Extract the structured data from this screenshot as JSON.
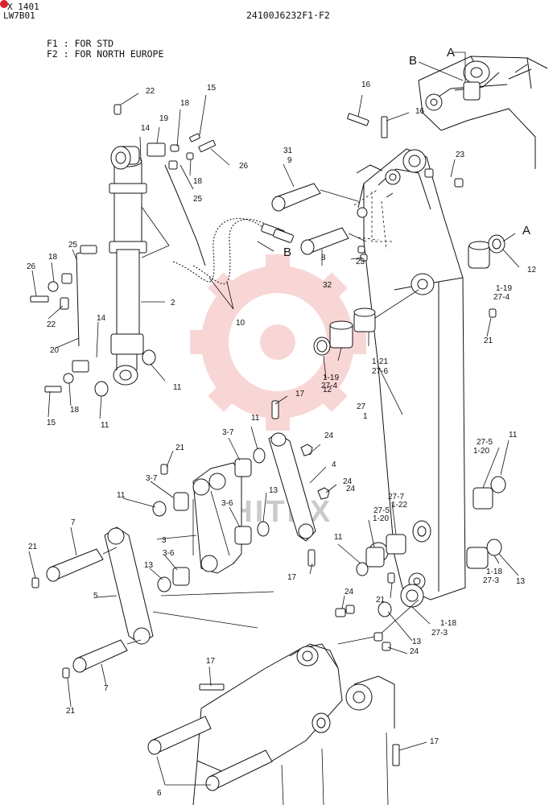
{
  "header": {
    "code_line1": "X 1401",
    "code_line2": "LW7B01",
    "drawing_number": "24100J6232F1·F2"
  },
  "notes": {
    "f1": "F1 : FOR STD",
    "f2": "F2 : FOR NORTH EUROPE"
  },
  "watermark": {
    "text": "SHITEX",
    "color": "#e84a4a"
  },
  "badge_color": "#d9232d",
  "callouts": [
    "22",
    "15",
    "18",
    "14",
    "19",
    "26",
    "18",
    "25",
    "31",
    "9",
    "16",
    "16",
    "B",
    "A",
    "23",
    "25",
    "18",
    "26",
    "22",
    "20",
    "14",
    "2",
    "B",
    "8",
    "32",
    "23",
    "A",
    "12",
    "1-19",
    "27-4",
    "21",
    "10",
    "12",
    "1-19",
    "27-4",
    "1-21",
    "27-6",
    "11",
    "15",
    "18",
    "11",
    "17",
    "27",
    "1",
    "21",
    "3-7",
    "11",
    "24",
    "4",
    "3-7",
    "24",
    "11",
    "13",
    "3-6",
    "24",
    "27-5",
    "1-20",
    "11",
    "3",
    "3-6",
    "27-7",
    "1-22",
    "27-5",
    "1-20",
    "7",
    "21",
    "13",
    "11",
    "17",
    "5",
    "21",
    "1-18",
    "27-3",
    "13",
    "24",
    "13",
    "1-18",
    "27-3",
    "24",
    "17",
    "7",
    "21",
    "17",
    "6"
  ]
}
